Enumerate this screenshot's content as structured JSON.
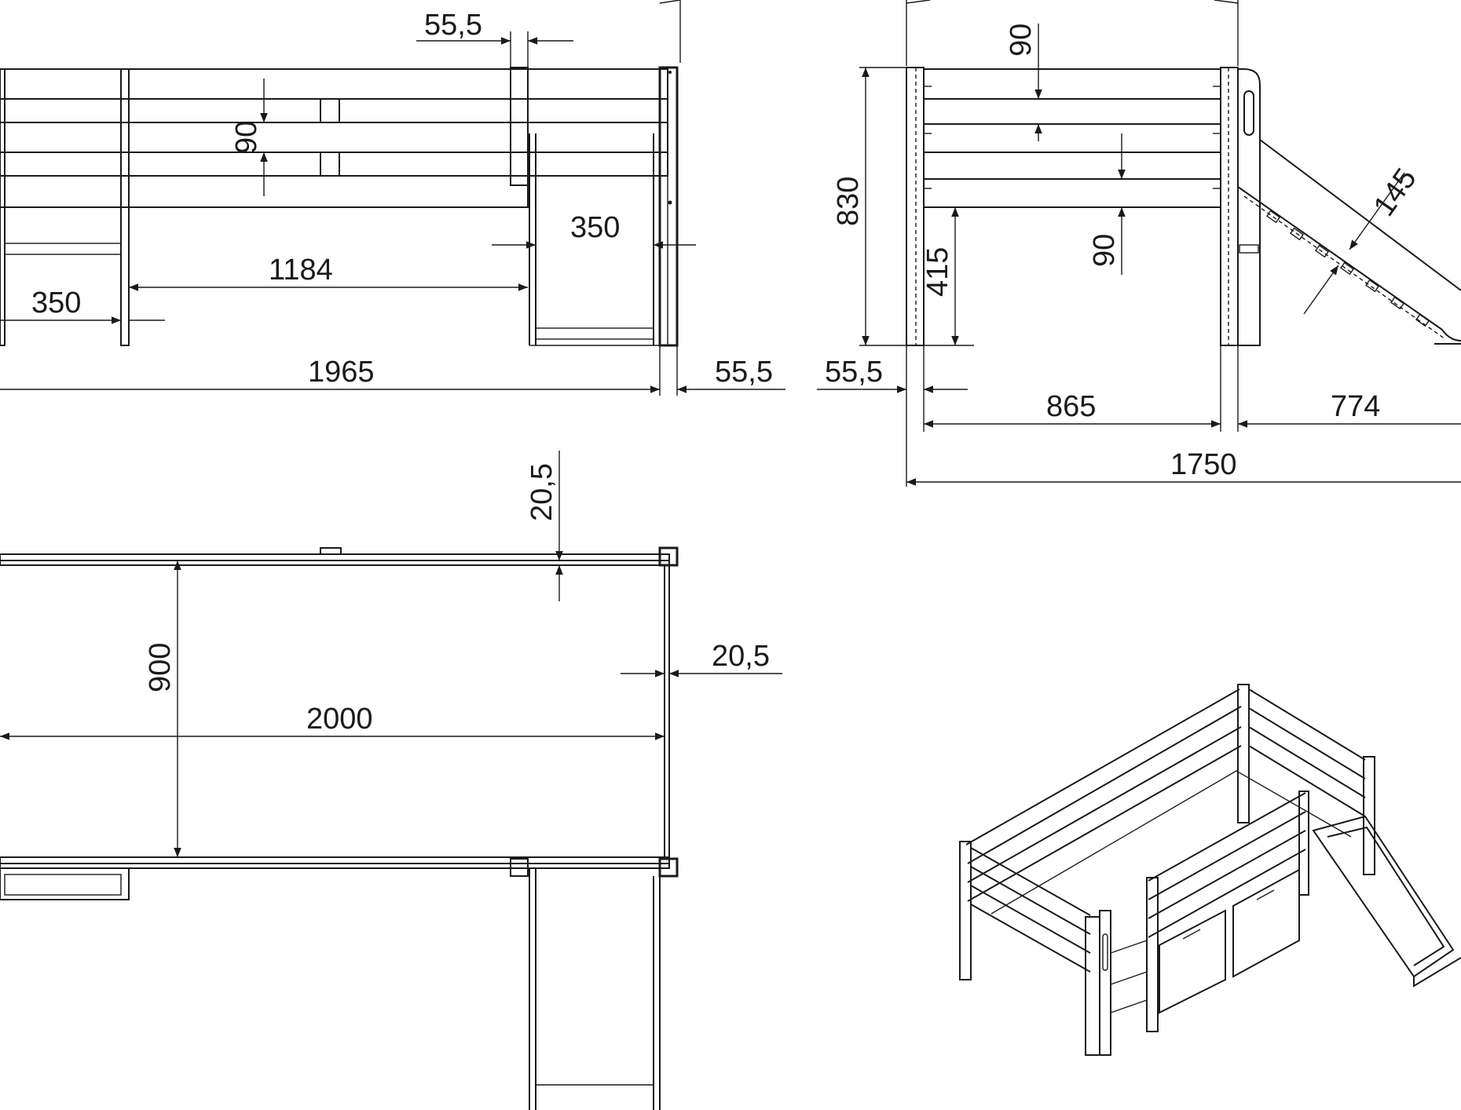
{
  "drawing": {
    "front_view": {
      "dim_top_offset": "55,5",
      "dim_rail_height": "90",
      "dim_ladder_width": "350",
      "dim_inner_span": "1184",
      "dim_left_width": "350",
      "dim_total_length": "1965",
      "dim_post": "55,5"
    },
    "side_view": {
      "dim_rail_height_top": "90",
      "dim_total_height": "830",
      "dim_rail_height_lower": "90",
      "dim_under_height": "415",
      "dim_slide_width": "145",
      "dim_post": "55,5",
      "dim_bed_width": "865",
      "dim_slide_length": "774",
      "dim_total_width": "1750"
    },
    "top_view": {
      "dim_rail_thickness_top": "20,5",
      "dim_mattress_width": "900",
      "dim_rail_thickness_side": "20,5",
      "dim_mattress_length": "2000"
    }
  }
}
